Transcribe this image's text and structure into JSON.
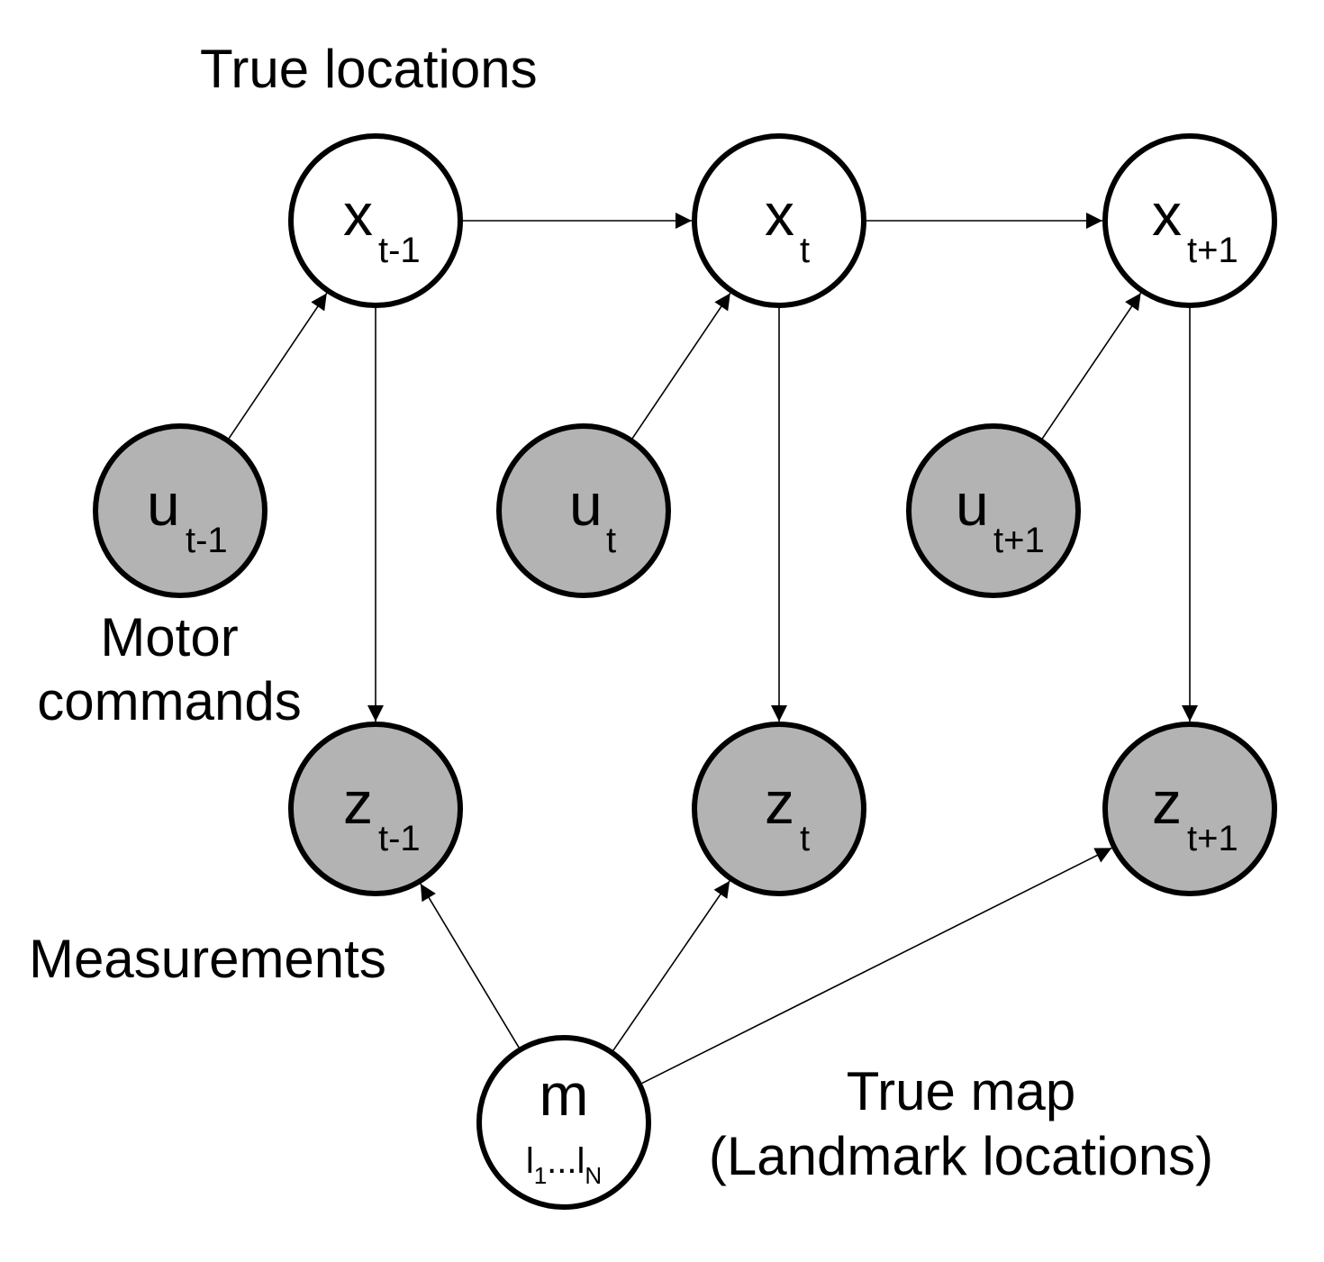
{
  "labels": {
    "true_locations": "True locations",
    "motor_commands_line1": "Motor",
    "motor_commands_line2": "commands",
    "measurements": "Measurements",
    "true_map_line1": "True map",
    "true_map_line2": "(Landmark locations)"
  },
  "colors": {
    "hidden_node": "#ffffff",
    "observed_node": "#b3b3b3",
    "stroke": "#000000"
  },
  "nodes": [
    {
      "id": "x_prev",
      "main": "x",
      "sub": "t-1",
      "observed": false
    },
    {
      "id": "x_curr",
      "main": "x",
      "sub": "t",
      "observed": false
    },
    {
      "id": "x_next",
      "main": "x",
      "sub": "t+1",
      "observed": false
    },
    {
      "id": "u_prev",
      "main": "u",
      "sub": "t-1",
      "observed": true
    },
    {
      "id": "u_curr",
      "main": "u",
      "sub": "t",
      "observed": true
    },
    {
      "id": "u_next",
      "main": "u",
      "sub": "t+1",
      "observed": true
    },
    {
      "id": "z_prev",
      "main": "z",
      "sub": "t-1",
      "observed": true
    },
    {
      "id": "z_curr",
      "main": "z",
      "sub": "t",
      "observed": true
    },
    {
      "id": "z_next",
      "main": "z",
      "sub": "t+1",
      "observed": true
    },
    {
      "id": "m",
      "main": "m",
      "sub_l1": "l",
      "sub_l1_idx": "1",
      "sub_dots": "...",
      "sub_lN": "l",
      "sub_lN_idx": "N",
      "observed": false
    }
  ],
  "edges": [
    {
      "from": "x_prev",
      "to": "x_curr"
    },
    {
      "from": "x_curr",
      "to": "x_next"
    },
    {
      "from": "u_prev",
      "to": "x_prev"
    },
    {
      "from": "u_curr",
      "to": "x_curr"
    },
    {
      "from": "u_next",
      "to": "x_next"
    },
    {
      "from": "x_prev",
      "to": "z_prev"
    },
    {
      "from": "x_curr",
      "to": "z_curr"
    },
    {
      "from": "x_next",
      "to": "z_next"
    },
    {
      "from": "m",
      "to": "z_prev"
    },
    {
      "from": "m",
      "to": "z_curr"
    },
    {
      "from": "m",
      "to": "z_next"
    }
  ]
}
